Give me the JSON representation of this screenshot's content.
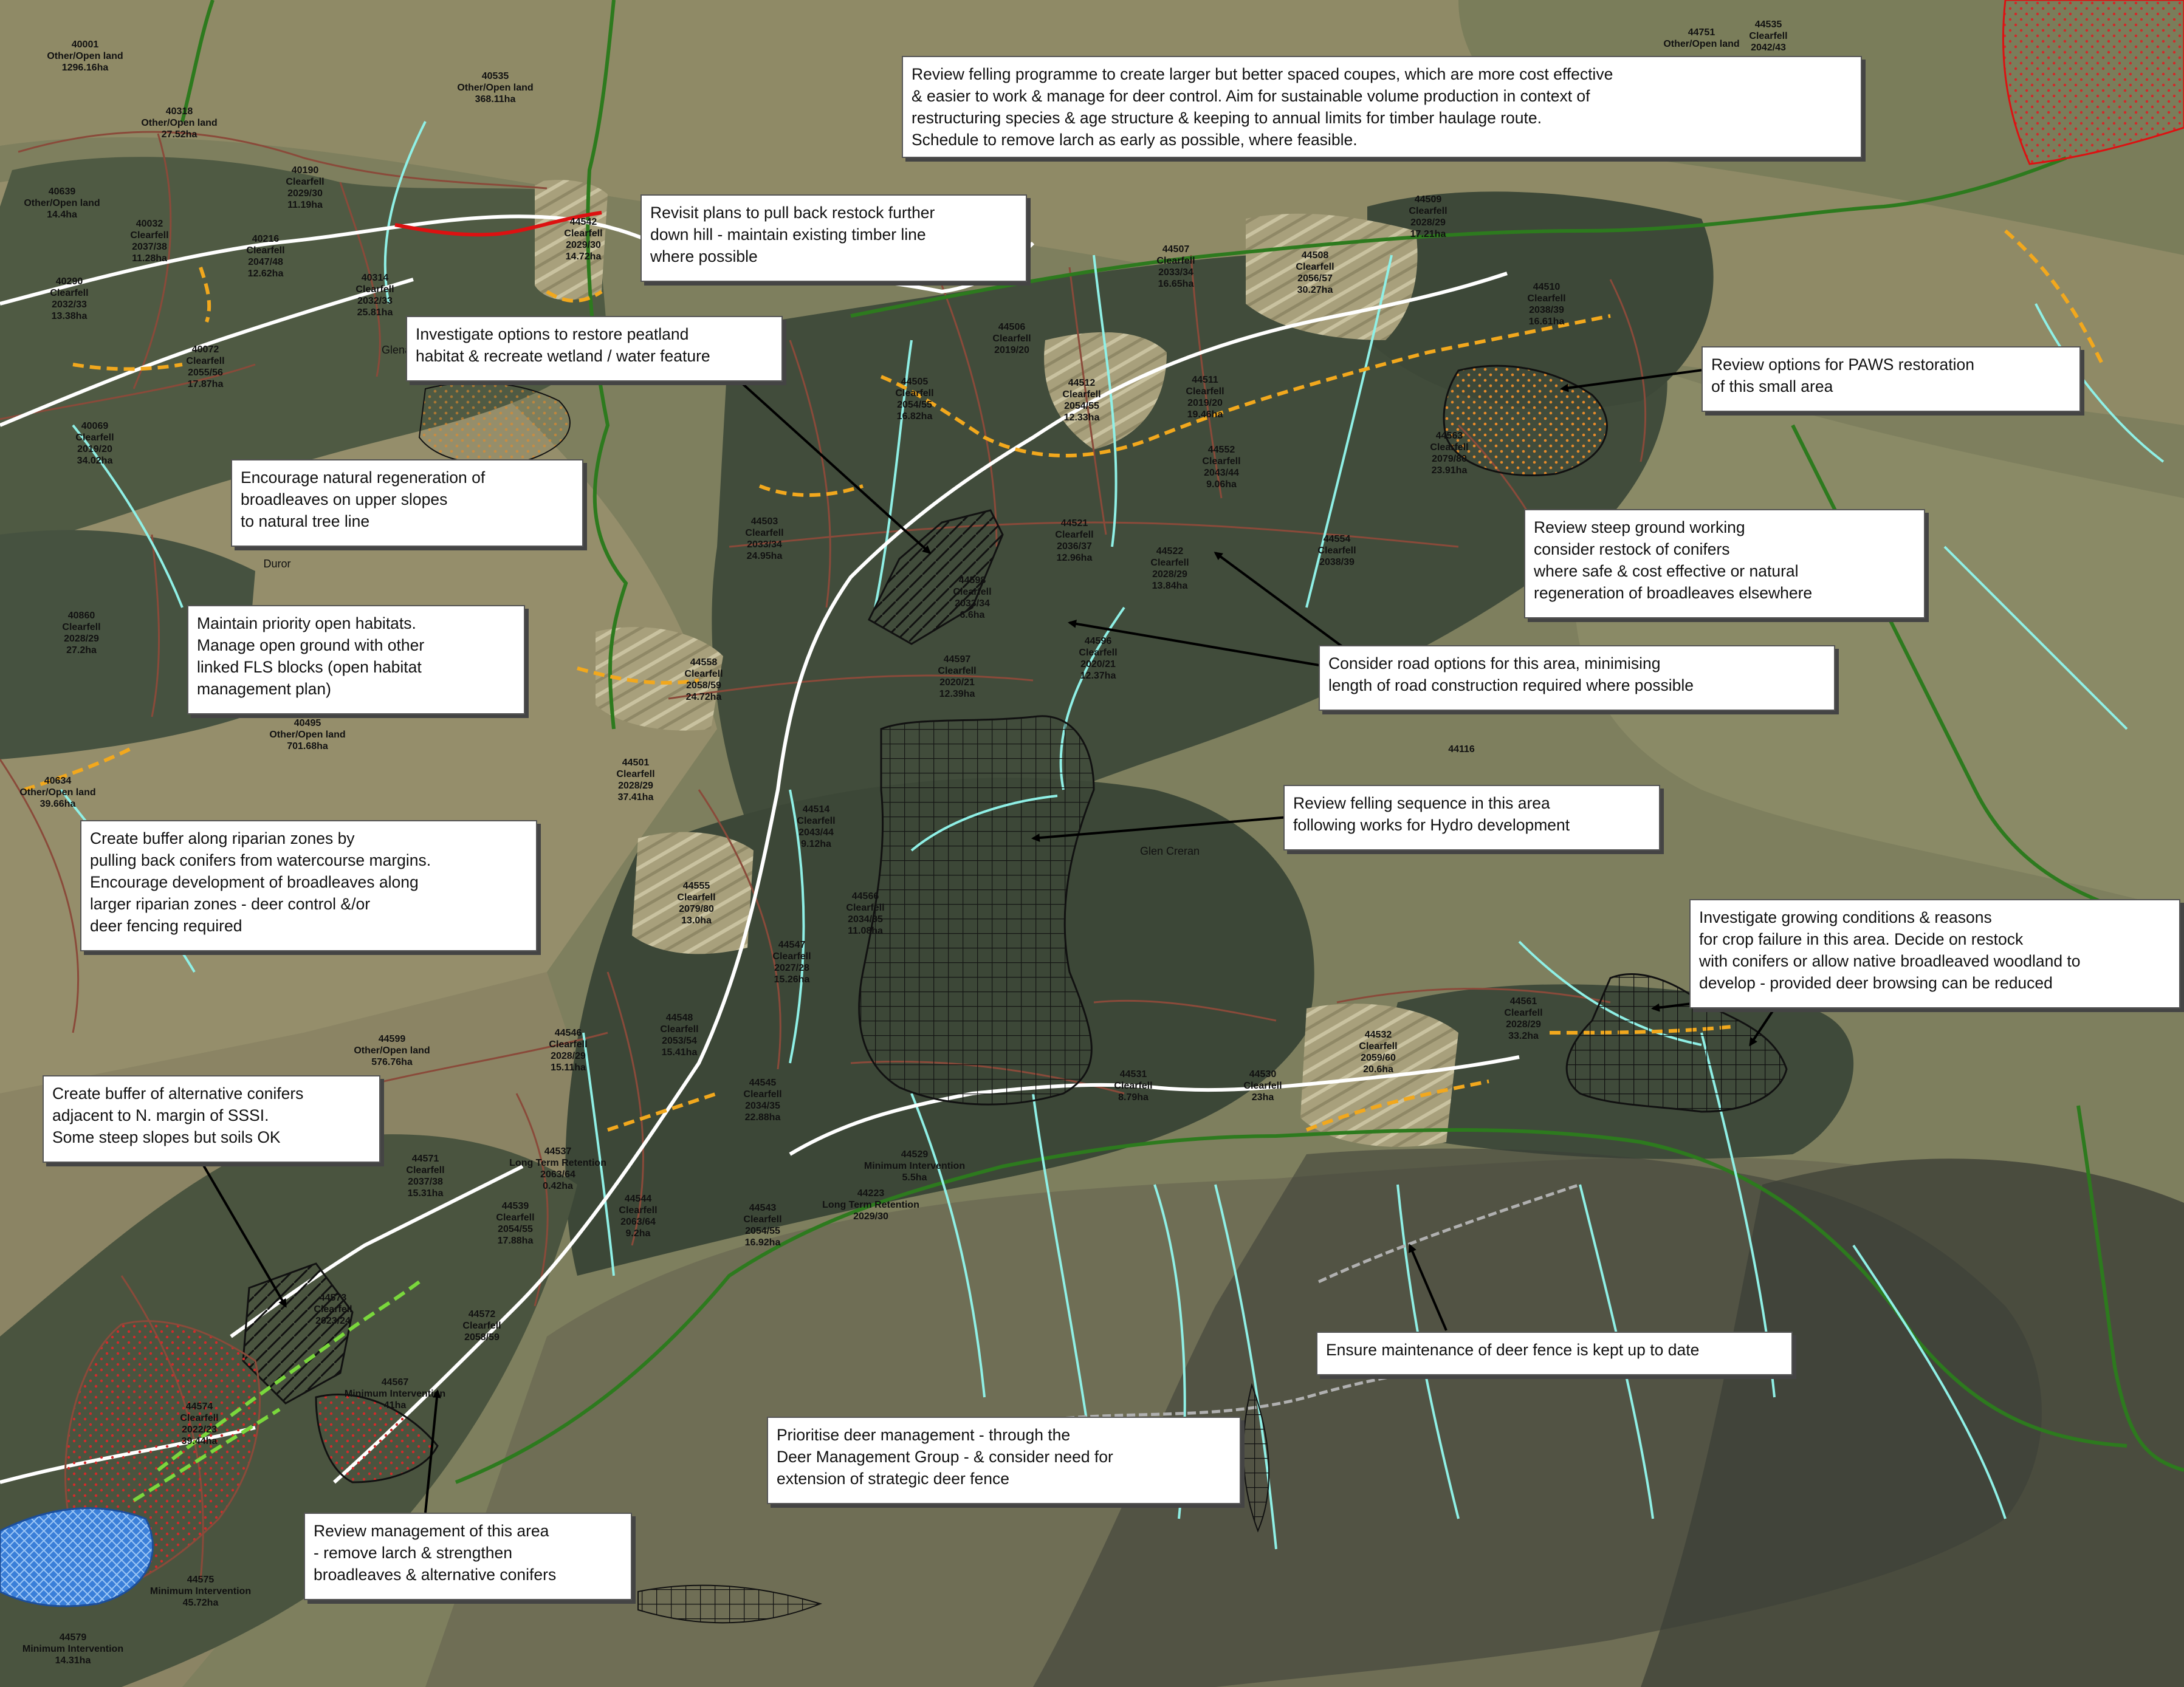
{
  "colors": {
    "woodland": "#3f4f3c",
    "open_ground": "#8a8566",
    "road": "#ffffff",
    "track_proposed": "#f2a81d",
    "watercourse": "#8ff0e6",
    "boundary": "#2d7a1e",
    "coupe_line": "#8a4a3a",
    "deer_fence": "#b0b0b0",
    "felled_red": "#dd1111",
    "hydro_blue": "#3a7fd9",
    "callout_border": "#555555"
  },
  "places": [
    "Glenachulish",
    "Duror",
    "Glen Creran"
  ],
  "coupes": [
    {
      "id": "40001",
      "l1": "Other/Open land",
      "l2": "1296.16ha"
    },
    {
      "id": "40535",
      "l1": "Other/Open land",
      "l2": "368.11ha"
    },
    {
      "id": "40318",
      "l1": "Other/Open land",
      "l2": "27.52ha"
    },
    {
      "id": "40190",
      "l1": "Clearfell",
      "l2": "2029/30",
      "l3": "11.19ha"
    },
    {
      "id": "40032",
      "l1": "Clearfell",
      "l2": "2037/38",
      "l3": "11.28ha"
    },
    {
      "id": "40216",
      "l1": "Clearfell",
      "l2": "2047/48",
      "l3": "12.62ha"
    },
    {
      "id": "40314",
      "l1": "Clearfell",
      "l2": "2032/33",
      "l3": "25.81ha"
    },
    {
      "id": "40290",
      "l1": "Clearfell",
      "l2": "2032/33",
      "l3": "13.38ha"
    },
    {
      "id": "40072",
      "l1": "Clearfell",
      "l2": "2055/56",
      "l3": "17.87ha"
    },
    {
      "id": "40069",
      "l1": "Clearfell",
      "l2": "2019/20",
      "l3": "34.02ha"
    },
    {
      "id": "40860",
      "l1": "Clearfell",
      "l2": "2028/29",
      "l3": "27.2ha"
    },
    {
      "id": "44542",
      "l1": "Clearfell",
      "l2": "2029/30",
      "l3": "14.72ha"
    },
    {
      "id": "44509",
      "l1": "Clearfell",
      "l2": "2028/29",
      "l3": "17.21ha"
    },
    {
      "id": "44507",
      "l1": "Clearfell",
      "l2": "2033/34",
      "l3": "16.65ha"
    },
    {
      "id": "44508",
      "l1": "Clearfell",
      "l2": "2056/57",
      "l3": "30.27ha"
    },
    {
      "id": "44510",
      "l1": "Clearfell",
      "l2": "2038/39",
      "l3": "16.61ha"
    },
    {
      "id": "44506",
      "l1": "Clearfell",
      "l2": "2019/20",
      "l3": ""
    },
    {
      "id": "44505",
      "l1": "Clearfell",
      "l2": "2054/55",
      "l3": "16.82ha"
    },
    {
      "id": "44512",
      "l1": "Clearfell",
      "l2": "2054/55",
      "l3": "12.33ha"
    },
    {
      "id": "44511",
      "l1": "Clearfell",
      "l2": "2019/20",
      "l3": "19.46ha"
    },
    {
      "id": "44563",
      "l1": "Clearfell",
      "l2": "2079/80",
      "l3": "23.91ha"
    },
    {
      "id": "44552",
      "l1": "Clearfell",
      "l2": "2043/44",
      "l3": "9.06ha"
    },
    {
      "id": "44503",
      "l1": "Clearfell",
      "l2": "2033/34",
      "l3": "24.95ha"
    },
    {
      "id": "44521",
      "l1": "Clearfell",
      "l2": "2036/37",
      "l3": "12.96ha"
    },
    {
      "id": "44522",
      "l1": "Clearfell",
      "l2": "2028/29",
      "l3": "13.84ha"
    },
    {
      "id": "44554",
      "l1": "Clearfell",
      "l2": "2038/39",
      "l3": ""
    },
    {
      "id": "44598",
      "l1": "Clearfell",
      "l2": "2033/34",
      "l3": "6.6ha"
    },
    {
      "id": "44558",
      "l1": "Clearfell",
      "l2": "2058/59",
      "l3": "24.72ha"
    },
    {
      "id": "44597",
      "l1": "Clearfell",
      "l2": "2020/21",
      "l3": "12.39ha"
    },
    {
      "id": "44596",
      "l1": "Clearfell",
      "l2": "2020/21",
      "l3": "12.37ha"
    },
    {
      "id": "44501",
      "l1": "Clearfell",
      "l2": "2028/29",
      "l3": "37.41ha"
    },
    {
      "id": "44116",
      "l1": "",
      "l2": ""
    },
    {
      "id": "44514",
      "l1": "Clearfell",
      "l2": "2043/44",
      "l3": "9.12ha"
    },
    {
      "id": "44555",
      "l1": "Clearfell",
      "l2": "2079/80",
      "l3": "13.0ha"
    },
    {
      "id": "44566",
      "l1": "Clearfell",
      "l2": "2034/35",
      "l3": "11.08ha"
    },
    {
      "id": "44547",
      "l1": "Clearfell",
      "l2": "2027/28",
      "l3": "15.26ha"
    },
    {
      "id": "44599",
      "l1": "Other/Open land",
      "l2": "576.76ha"
    },
    {
      "id": "44548",
      "l1": "Clearfell",
      "l2": "2053/54",
      "l3": "15.41ha"
    },
    {
      "id": "44546",
      "l1": "Clearfell",
      "l2": "2028/29",
      "l3": "15.11ha"
    },
    {
      "id": "44545",
      "l1": "Clearfell",
      "l2": "2034/35",
      "l3": "22.88ha"
    },
    {
      "id": "44531",
      "l1": "Clearfell",
      "l2": "",
      "l3": "8.79ha"
    },
    {
      "id": "44530",
      "l1": "Clearfell",
      "l2": "",
      "l3": "23ha"
    },
    {
      "id": "44532",
      "l1": "Clearfell",
      "l2": "2059/60",
      "l3": "20.6ha"
    },
    {
      "id": "44561",
      "l1": "Clearfell",
      "l2": "2028/29",
      "l3": "33.2ha"
    },
    {
      "id": "44571",
      "l1": "Clearfell",
      "l2": "2037/38",
      "l3": "15.31ha"
    },
    {
      "id": "44537",
      "l1": "Long Term Retention",
      "l2": "2063/64",
      "l3": "0.42ha"
    },
    {
      "id": "44539",
      "l1": "Clearfell",
      "l2": "2054/55",
      "l3": "17.88ha"
    },
    {
      "id": "44544",
      "l1": "Clearfell",
      "l2": "2063/64",
      "l3": "9.2ha"
    },
    {
      "id": "44529",
      "l1": "Minimum Intervention",
      "l2": "",
      "l3": "5.5ha"
    },
    {
      "id": "44543",
      "l1": "Clearfell",
      "l2": "2054/55",
      "l3": "16.92ha"
    },
    {
      "id": "44223",
      "l1": "Long Term Retention",
      "l2": "2029/30",
      "l3": ""
    },
    {
      "id": "44573",
      "l1": "Clearfell",
      "l2": "2023/24",
      "l3": ""
    },
    {
      "id": "44572",
      "l1": "Clearfell",
      "l2": "2058/59",
      "l3": ""
    },
    {
      "id": "44567",
      "l1": "Minimum Intervention",
      "l2": "",
      "l3": "41ha"
    },
    {
      "id": "44574",
      "l1": "Clearfell",
      "l2": "2022/23",
      "l3": "39.44ha"
    },
    {
      "id": "44575",
      "l1": "Minimum Intervention",
      "l2": "",
      "l3": "45.72ha"
    },
    {
      "id": "44579",
      "l1": "Minimum Intervention",
      "l2": "",
      "l3": "14.31ha"
    },
    {
      "id": "40495",
      "l1": "Other/Open land",
      "l2": "701.68ha"
    },
    {
      "id": "40634",
      "l1": "Other/Open land",
      "l2": "39.66ha"
    },
    {
      "id": "40639",
      "l1": "Other/Open land",
      "l2": "14.4ha"
    },
    {
      "id": "44751",
      "l1": "Other/Open land",
      "l2": ""
    },
    {
      "id": "44535",
      "l1": "Clearfell",
      "l2": "2042/43"
    }
  ],
  "callouts": {
    "felling_programme": [
      "Review felling programme to create larger but better spaced coupes, which are more cost effective",
      "& easier to work & manage for deer control. Aim for sustainable volume production in context of",
      "restructuring species & age structure & keeping to annual limits for timber haulage route.",
      "Schedule to remove larch as early as possible, where feasible."
    ],
    "restock_pullback": [
      "Revisit plans to pull back restock further",
      "down hill - maintain existing timber line",
      "where possible"
    ],
    "peatland": [
      "Investigate options to restore peatland",
      "habitat & recreate wetland / water feature"
    ],
    "paws": [
      "Review options for PAWS restoration",
      "of this small area"
    ],
    "natural_regen": [
      "Encourage natural regeneration of",
      "broadleaves on upper slopes",
      "to natural tree line"
    ],
    "steep_ground": [
      "Review steep ground working",
      "consider restock of conifers",
      "where safe  & cost effective or  natural",
      "regeneration of broadleaves elsewhere"
    ],
    "open_habitats": [
      "Maintain priority open habitats.",
      "Manage open ground with other",
      "linked FLS blocks (open habitat",
      "management plan)"
    ],
    "road_options": [
      "Consider road options for this area, minimising",
      "length of road construction required where possible"
    ],
    "hydro": [
      "Review felling sequence in this area",
      "following works for Hydro development"
    ],
    "riparian": [
      "Create buffer along riparian zones by",
      "pulling back conifers from watercourse margins.",
      "Encourage development of broadleaves along",
      "larger riparian zones - deer control &/or",
      "deer fencing required"
    ],
    "crop_failure": [
      "Investigate growing conditions & reasons",
      "for crop failure in this area. Decide on restock",
      "with conifers or allow native broadleaved woodland to",
      "develop - provided deer browsing can be reduced"
    ],
    "sssi_buffer": [
      "Create buffer of alternative conifers",
      "adjacent to N. margin of SSSI.",
      "Some steep slopes but soils OK"
    ],
    "deer_fence": [
      "Ensure maintenance of deer fence is kept up to date"
    ],
    "deer_management": [
      "Prioritise deer management  - through the",
      "Deer Management Group - & consider need for",
      "extension of strategic deer fence"
    ],
    "larch_removal": [
      "Review management of this area",
      "- remove larch & strengthen",
      "broadleaves & alternative conifers"
    ]
  }
}
